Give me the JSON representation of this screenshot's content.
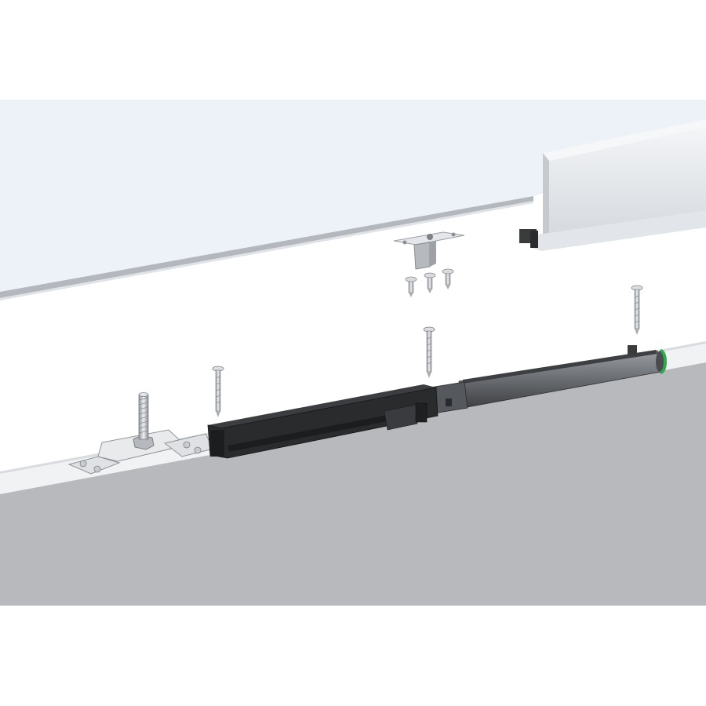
{
  "colors": {
    "background": "#ffffff",
    "ceiling": "#edf2f8",
    "wall": "#ffffff",
    "door_top_face": "#f1f2f3",
    "door_front_face": "#b8b9bc",
    "track_rail": "#dfe2e7",
    "damper_body": "#2a2b2d",
    "damper_cylinder": "#6b6e71",
    "accent_green": "#2fa84f",
    "screw_metal": "#c9ccd0",
    "bracket_metal": "#d7d9dc"
  },
  "parts": {
    "overhead_track": "track-rail",
    "ceiling_bracket": "mounting-bracket",
    "ceiling_screws": 3,
    "door_screws": 3,
    "damper_unit": "soft-close-damper",
    "door_bracket": "adjustable-bracket-with-bolt"
  }
}
